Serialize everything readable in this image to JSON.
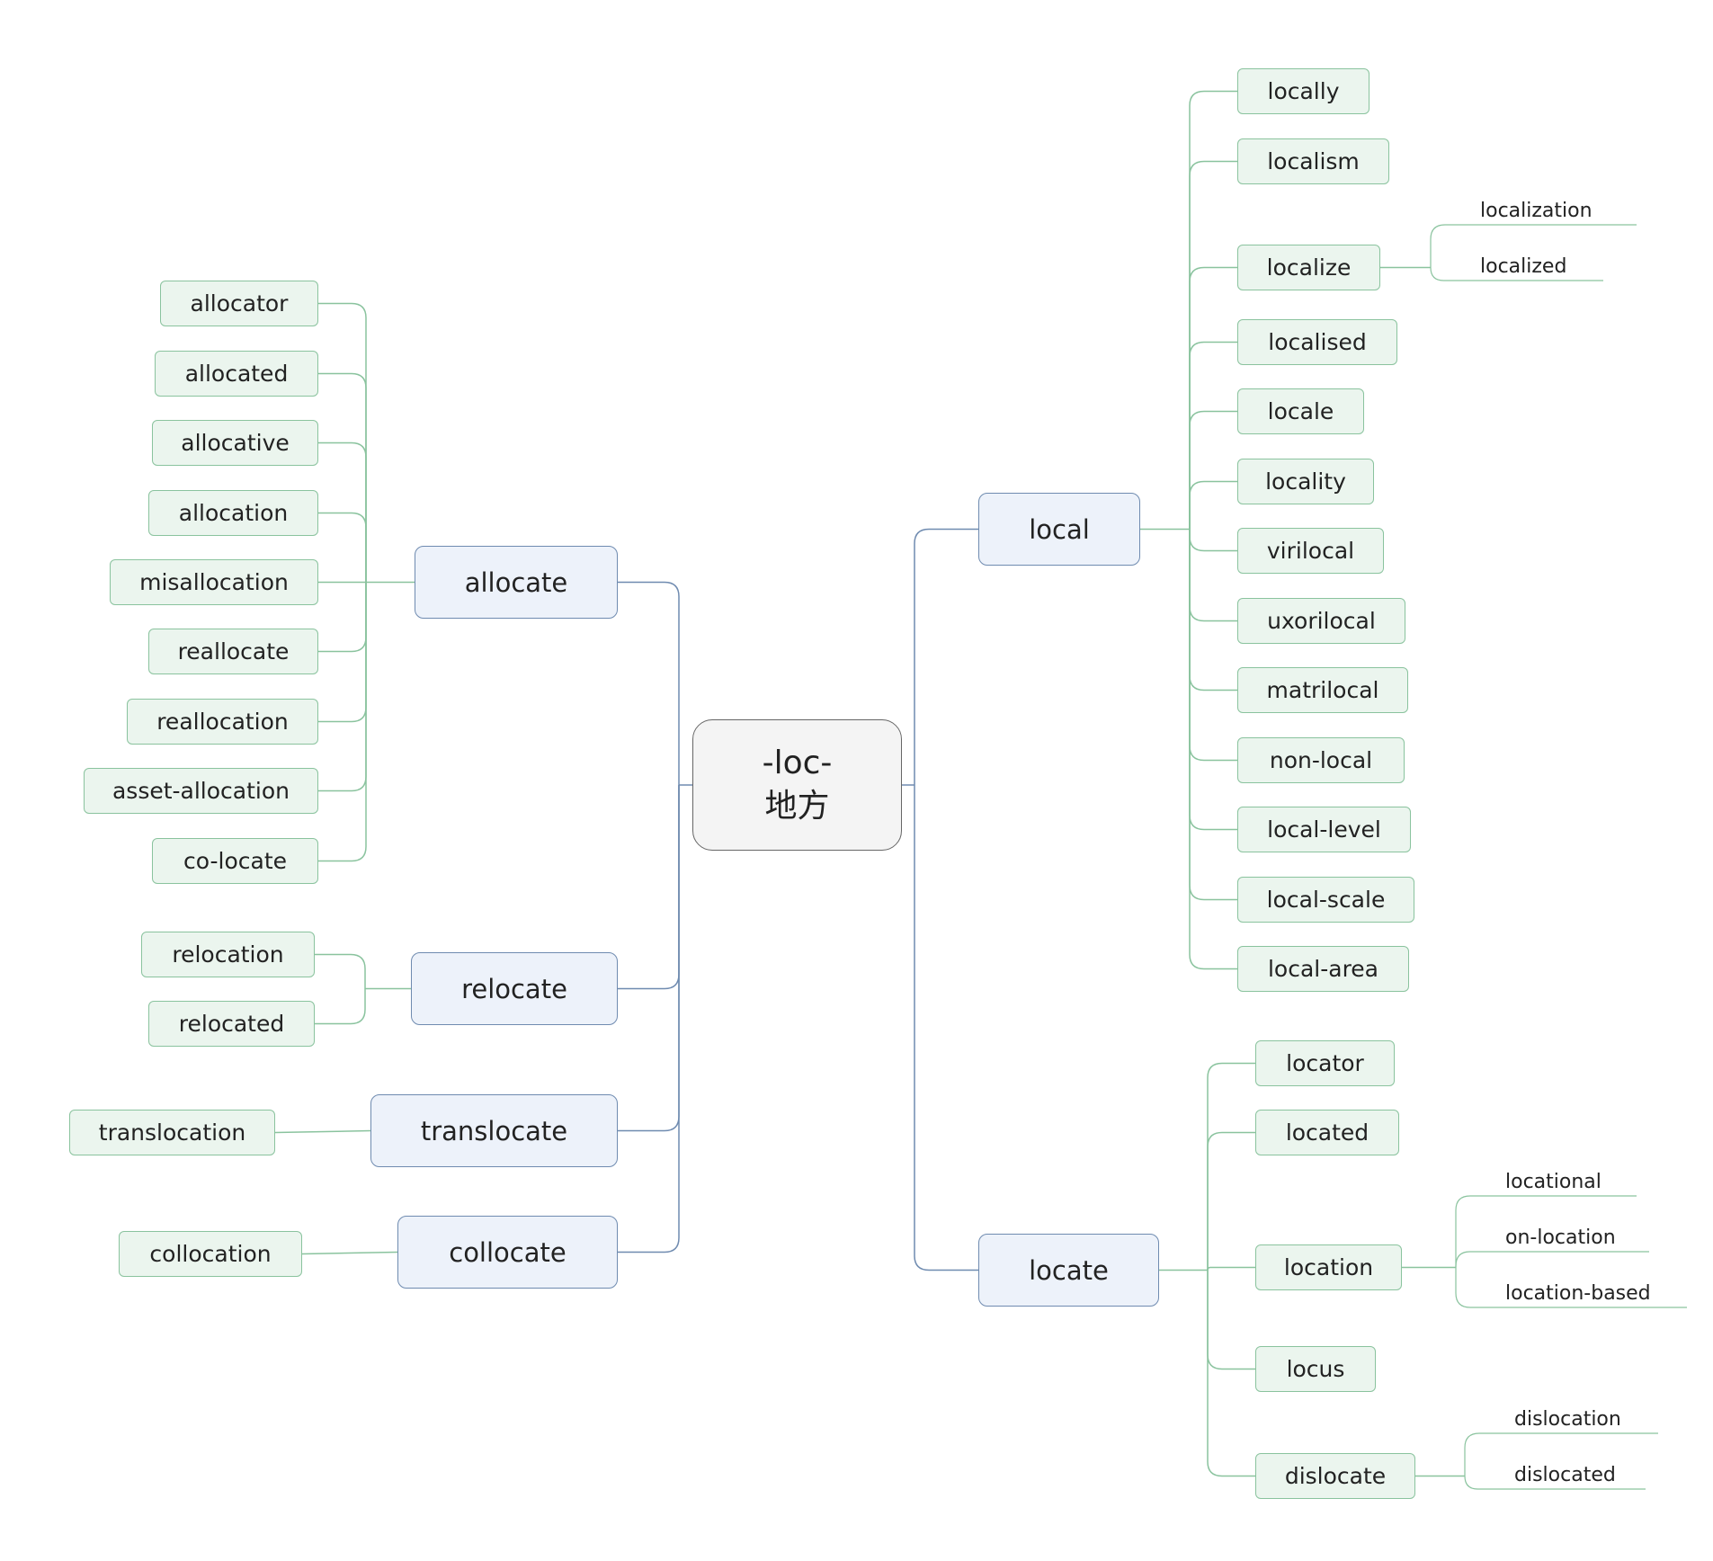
{
  "root": {
    "line1": "-loc-",
    "line2": "地方"
  },
  "left": [
    {
      "label": "allocate",
      "children": [
        "allocator",
        "allocated",
        "allocative",
        "allocation",
        "misallocation",
        "reallocate",
        "reallocation",
        "asset-allocation",
        "co-locate"
      ]
    },
    {
      "label": "relocate",
      "children": [
        "relocation",
        "relocated"
      ]
    },
    {
      "label": "translocate",
      "children": [
        "translocation"
      ]
    },
    {
      "label": "collocate",
      "children": [
        "collocation"
      ]
    }
  ],
  "right": [
    {
      "label": "local",
      "children": [
        {
          "label": "locally"
        },
        {
          "label": "localism"
        },
        {
          "label": "localize",
          "children": [
            "localization",
            "localized"
          ]
        },
        {
          "label": "localised"
        },
        {
          "label": "locale"
        },
        {
          "label": "locality"
        },
        {
          "label": "virilocal"
        },
        {
          "label": "uxorilocal"
        },
        {
          "label": "matrilocal"
        },
        {
          "label": "non-local"
        },
        {
          "label": "local-level"
        },
        {
          "label": "local-scale"
        },
        {
          "label": "local-area"
        }
      ]
    },
    {
      "label": "locate",
      "children": [
        {
          "label": "locator"
        },
        {
          "label": "located"
        },
        {
          "label": "location",
          "children": [
            "locational",
            "on-location",
            "location-based"
          ]
        },
        {
          "label": "locus"
        },
        {
          "label": "dislocate",
          "children": [
            "dislocation",
            "dislocated"
          ]
        }
      ]
    }
  ],
  "colors": {
    "main_line": "#6f8bb0",
    "leaf_line": "#8ac39e",
    "sub_line": "#8a8a8a"
  }
}
